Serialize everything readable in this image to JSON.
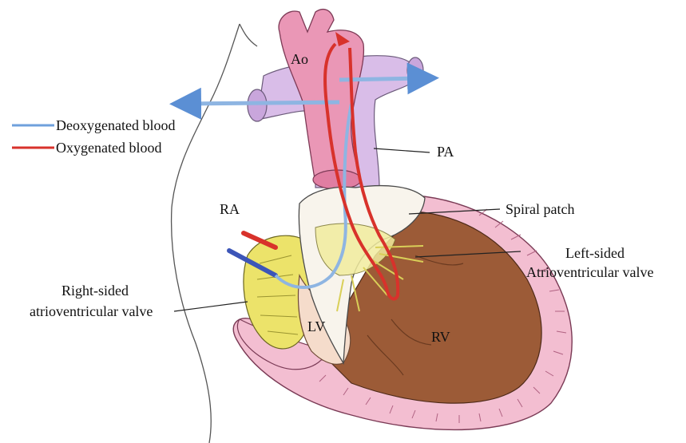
{
  "legend": {
    "items": [
      {
        "label": "Deoxygenated blood",
        "color": "#6fa0dc"
      },
      {
        "label": "Oxygenated blood",
        "color": "#d8322b"
      }
    ]
  },
  "labels": {
    "ao": "Ao",
    "pa": "PA",
    "ra": "RA",
    "lv": "LV",
    "rv": "RV",
    "spiral_patch": "Spiral patch",
    "left_valve_line1": "Left-sided",
    "left_valve_line2": "Atrioventricular valve",
    "right_valve_line1": "Right-sided",
    "right_valve_line2": "atrioventricular valve"
  },
  "colors": {
    "aorta": "#e994b4",
    "pulmonary_artery": "#d8b8e6",
    "rv_cavity": "#9b5a35",
    "myocardium": "#f2b9cd",
    "valve_yellow": "#ece36a",
    "patch": "#f7f2ea",
    "deoxygenated": "#6fa0dc",
    "oxygenated": "#d8322b"
  }
}
